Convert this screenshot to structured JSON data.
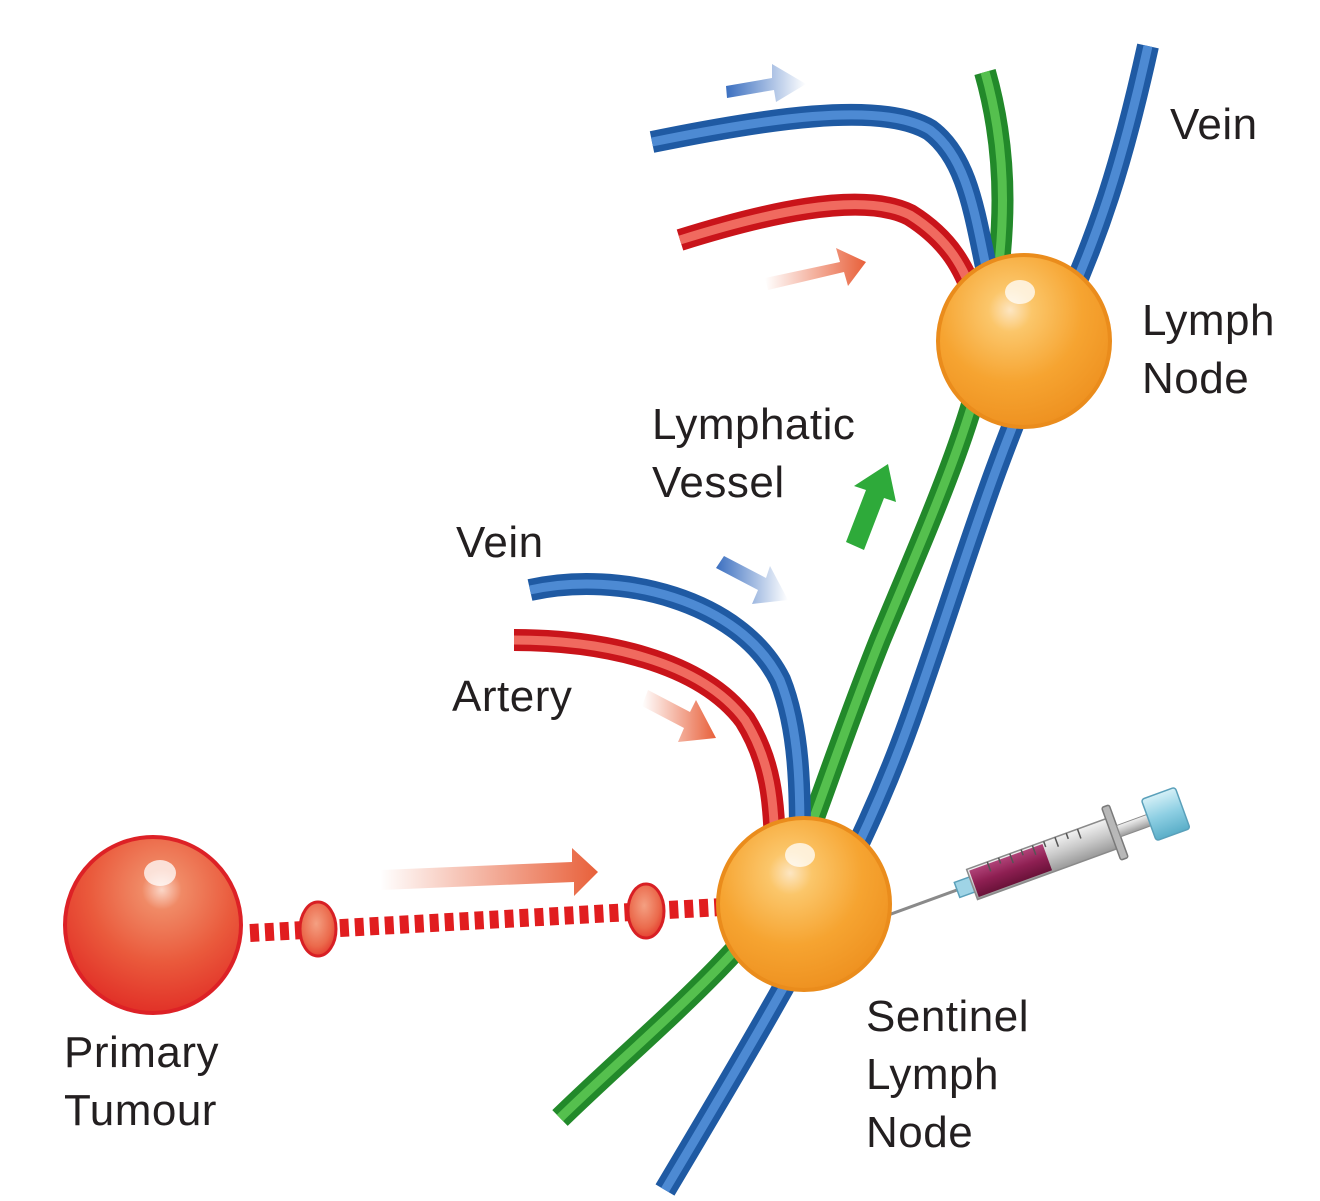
{
  "labels": {
    "vein_top": "Vein",
    "lymph_node": [
      "Lymph",
      "Node"
    ],
    "lymphatic_vessel": [
      "Lymphatic",
      "Vessel"
    ],
    "vein_mid": "Vein",
    "artery": "Artery",
    "primary_tumour": [
      "Primary",
      "Tumour"
    ],
    "sentinel_lymph_node": [
      "Sentinel",
      "Lymph",
      "Node"
    ]
  },
  "colors": {
    "vein": "#2e6db5",
    "artery": "#e11d1f",
    "lymphatic_vessel": "#3aaa35",
    "lymph_node": "#f5a22a",
    "tumour": "#e4322b",
    "flow_arrow_red": "#e8603a",
    "flow_arrow_blue": "#3b6fc0",
    "flow_arrow_green": "#2eaa3a",
    "syringe_fluid": "#8e1f52",
    "text": "#231f20"
  }
}
